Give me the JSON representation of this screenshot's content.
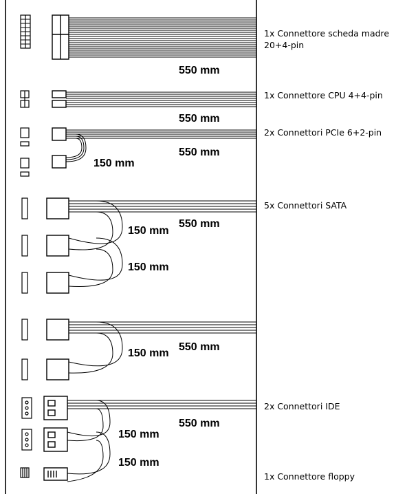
{
  "cables": [
    {
      "name": "motherboard",
      "description_line1": "1x Connettore scheda madre",
      "description_line2": "20+4-pin",
      "main_length": "550 mm"
    },
    {
      "name": "cpu",
      "description": "1x Connettore CPU 4+4-pin",
      "main_length": "550 mm"
    },
    {
      "name": "pcie",
      "description": "2x Connettori PCIe 6+2-pin",
      "main_length": "550 mm",
      "branch_length": "150 mm"
    },
    {
      "name": "sata-a",
      "description": "5x Connettori SATA",
      "main_length": "550 mm",
      "branch_lengths": [
        "150 mm",
        "150 mm"
      ]
    },
    {
      "name": "sata-b",
      "main_length": "550 mm",
      "branch_length": "150 mm"
    },
    {
      "name": "ide",
      "description": "2x Connettori IDE",
      "main_length": "550 mm",
      "branch_lengths": [
        "150 mm",
        "150 mm"
      ]
    },
    {
      "name": "floppy",
      "description": "1x Connettore floppy"
    }
  ],
  "colors": {
    "line": "#000000",
    "background": "#ffffff"
  }
}
